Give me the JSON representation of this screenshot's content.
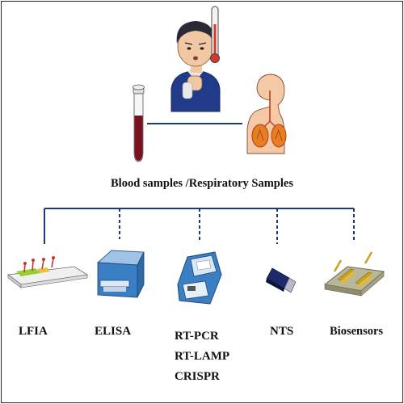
{
  "source_label": "Blood samples /Respiratory Samples",
  "methods": [
    {
      "label": "LFIA",
      "icon": "lfia-test-strip-icon"
    },
    {
      "label": "ELISA",
      "icon": "elisa-reader-icon"
    },
    {
      "lines": [
        "RT-PCR",
        "RT-LAMP",
        "CRISPR"
      ],
      "icon": "thermocycler-icon"
    },
    {
      "label": "NTS",
      "icon": "usb-sensor-icon"
    },
    {
      "label": "Biosensors",
      "icon": "biosensor-chip-icon"
    }
  ],
  "colors": {
    "tree_lines": "#1f3b73",
    "blood": "#7a1020",
    "device_blue": "#3a7fc4",
    "sensor_gold": "#c9a227"
  }
}
